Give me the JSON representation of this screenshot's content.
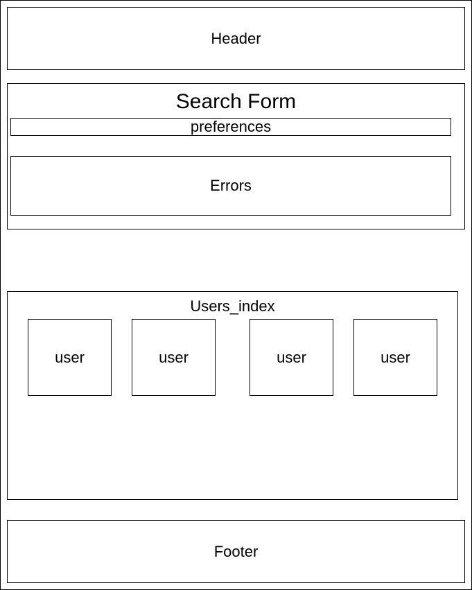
{
  "header": {
    "label": "Header"
  },
  "search_form": {
    "title": "Search Form",
    "preferences_label": "preferences",
    "errors_label": "Errors"
  },
  "users_index": {
    "title": "Users_index",
    "users": [
      {
        "label": "user"
      },
      {
        "label": "user"
      },
      {
        "label": "user"
      },
      {
        "label": "user"
      }
    ]
  },
  "footer": {
    "label": "Footer"
  },
  "colors": {
    "border": "#000000",
    "background": "#ffffff",
    "text": "#000000"
  }
}
